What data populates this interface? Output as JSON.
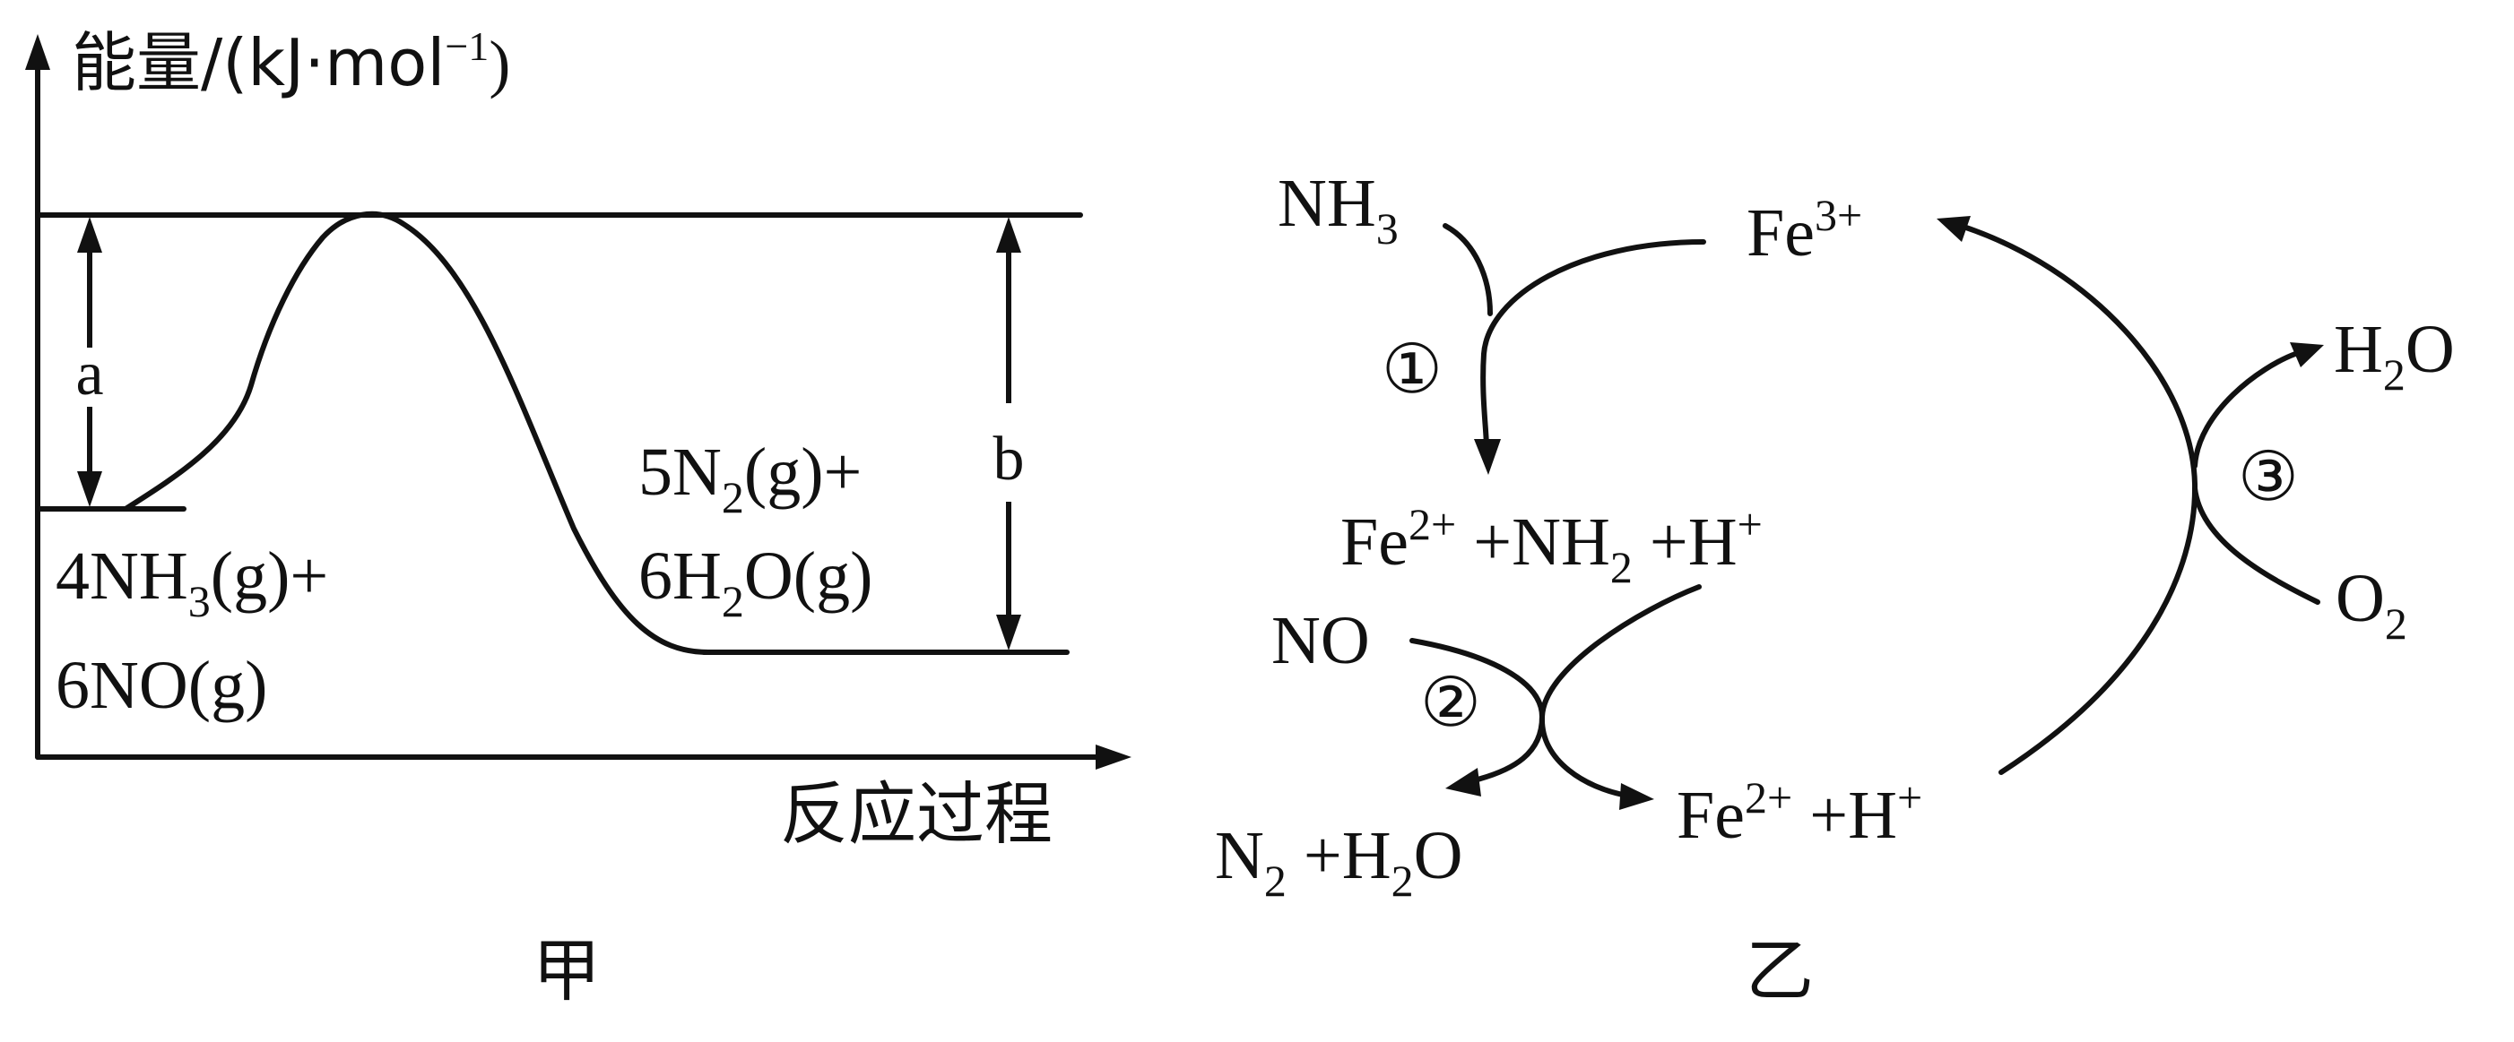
{
  "figure_a": {
    "y_axis_label": "能量/(kJ·mol",
    "y_axis_unit_exp": "−1",
    "y_axis_close": ")",
    "x_axis_label": "反应过程",
    "label_a": "a",
    "label_b": "b",
    "reactants": {
      "line1_pre": "4NH",
      "line1_sub": "3",
      "line1_post": "(g)+",
      "line2": "6NO(g)"
    },
    "products": {
      "line1_pre": "5N",
      "line1_sub": "2",
      "line1_post": "(g)+",
      "line2_pre": "6H",
      "line2_sub": "2",
      "line2_post": "O(g)"
    },
    "caption": "甲"
  },
  "figure_b": {
    "nh3": {
      "pre": "NH",
      "sub": "3"
    },
    "fe3": {
      "pre": "Fe",
      "sup": "3+"
    },
    "step1": "①",
    "step2": "②",
    "step3": "③",
    "mid": {
      "fe": "Fe",
      "fe_sup": "2+",
      "nh": " +NH",
      "nh_sub": "2",
      "h": " +H",
      "h_sup": "+"
    },
    "no": "NO",
    "n2h2o": {
      "n": "N",
      "n_sub": "2",
      "h": " +H",
      "h_sub": "2",
      "o": "O"
    },
    "fe2h": {
      "fe": "Fe",
      "fe_sup": "2+",
      "h": " +H",
      "h_sup": "+"
    },
    "h2o": {
      "h": "H",
      "h_sub": "2",
      "o": "O"
    },
    "o2": {
      "o": "O",
      "o_sub": "2"
    },
    "caption": "乙"
  }
}
